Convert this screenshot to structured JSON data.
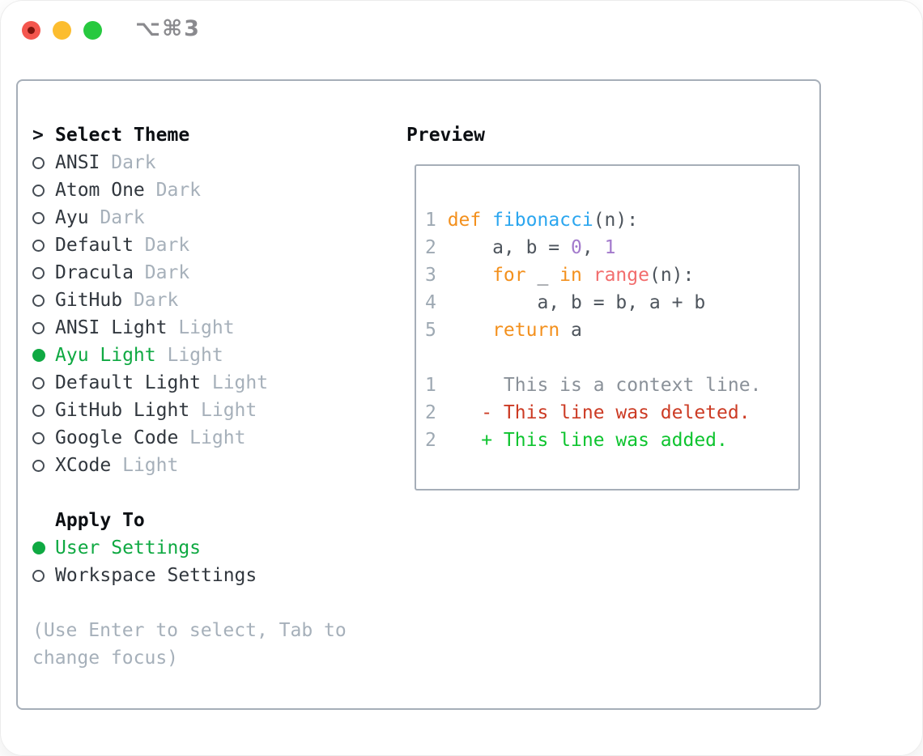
{
  "window": {
    "title": "⌥⌘3",
    "traffic_lights": [
      {
        "name": "close"
      },
      {
        "name": "minimize"
      },
      {
        "name": "zoom"
      }
    ]
  },
  "theme_picker": {
    "header_prefix": ">",
    "header": "Select Theme",
    "items": [
      {
        "name": "ANSI",
        "variant": "Dark",
        "selected": false
      },
      {
        "name": "Atom One",
        "variant": "Dark",
        "selected": false
      },
      {
        "name": "Ayu",
        "variant": "Dark",
        "selected": false
      },
      {
        "name": "Default",
        "variant": "Dark",
        "selected": false
      },
      {
        "name": "Dracula",
        "variant": "Dark",
        "selected": false
      },
      {
        "name": "GitHub",
        "variant": "Dark",
        "selected": false
      },
      {
        "name": "ANSI Light",
        "variant": "Light",
        "selected": false
      },
      {
        "name": "Ayu Light",
        "variant": "Light",
        "selected": true
      },
      {
        "name": "Default Light",
        "variant": "Light",
        "selected": false
      },
      {
        "name": "GitHub Light",
        "variant": "Light",
        "selected": false
      },
      {
        "name": "Google Code",
        "variant": "Light",
        "selected": false
      },
      {
        "name": "XCode",
        "variant": "Light",
        "selected": false
      }
    ]
  },
  "apply_to": {
    "header": "Apply To",
    "options": [
      {
        "name": "User Settings",
        "selected": true
      },
      {
        "name": "Workspace Settings",
        "selected": false
      }
    ]
  },
  "help_text": "(Use Enter to select, Tab to change focus)",
  "preview": {
    "header": "Preview",
    "lines": [
      {
        "num": "1",
        "segments": [
          [
            "def ",
            "keyword"
          ],
          [
            "fibonacci",
            "function"
          ],
          [
            "(n):",
            "plain"
          ]
        ]
      },
      {
        "num": "2",
        "segments": [
          [
            "    a, b = ",
            "plain"
          ],
          [
            "0",
            "number"
          ],
          [
            ", ",
            "plain"
          ],
          [
            "1",
            "number"
          ]
        ]
      },
      {
        "num": "3",
        "segments": [
          [
            "    ",
            "plain"
          ],
          [
            "for",
            "keyword"
          ],
          [
            " _ ",
            "plain"
          ],
          [
            "in",
            "keyword"
          ],
          [
            " ",
            "plain"
          ],
          [
            "range",
            "builtin"
          ],
          [
            "(n):",
            "plain"
          ]
        ]
      },
      {
        "num": "4",
        "segments": [
          [
            "        a, b = b, a + b",
            "plain"
          ]
        ]
      },
      {
        "num": "5",
        "segments": [
          [
            "    ",
            "plain"
          ],
          [
            "return",
            "keyword"
          ],
          [
            " a",
            "plain"
          ]
        ]
      },
      {
        "num": "",
        "segments": []
      },
      {
        "num": "1",
        "segments": [
          [
            "     This is a context line.",
            "diff_context"
          ]
        ]
      },
      {
        "num": "2",
        "segments": [
          [
            "   - This line was deleted.",
            "diff_deleted"
          ]
        ]
      },
      {
        "num": "2",
        "segments": [
          [
            "   + This line was added.",
            "diff_added"
          ]
        ]
      }
    ]
  },
  "colors": {
    "ui": {
      "selected-green": "#0fa942",
      "muted-gray": "#a6b0ba",
      "gutter-gray": "#9ea9b3",
      "panel-border": "#a6aeb8",
      "title-gray": "#8a8a8e",
      "light-red": "#f4564e",
      "light-red-dot": "#7e140d",
      "light-yellow": "#fcbd2f",
      "light-green": "#27c93f"
    },
    "syntax": {
      "keyword": "#f3901d",
      "function": "#2ba6ef",
      "number": "#a37acc",
      "builtin": "#f26d6d",
      "plain": "#4d545c",
      "diff_context": "#8a9199",
      "diff_deleted": "#cc3b24",
      "diff_added": "#0ec42f"
    }
  }
}
